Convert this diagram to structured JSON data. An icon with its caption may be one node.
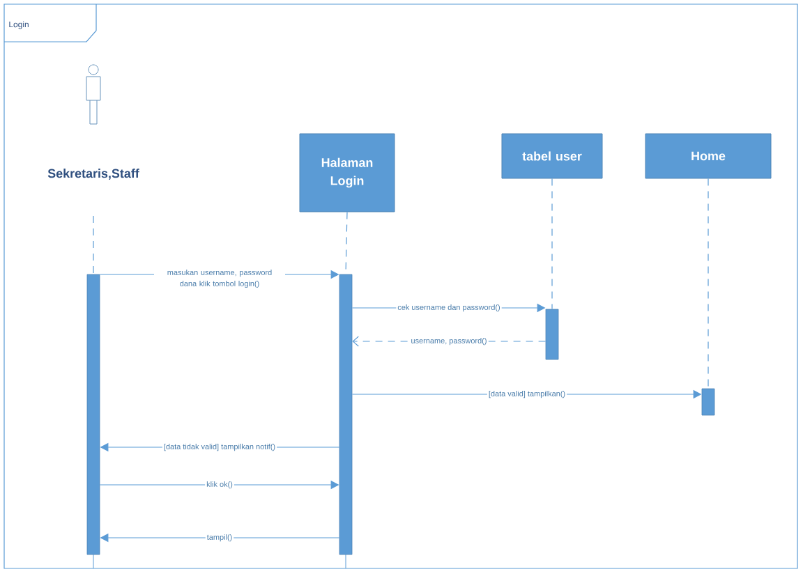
{
  "diagram": {
    "nodes": [
      {
        "text": [
          "Login"
        ]
      },
      {
        "text": [
          "Sekretaris,Staff"
        ],
        "in": 0
      },
      {
        "text": [
          "Halaman Login"
        ],
        "in": 0
      },
      {
        "text": [
          "tabel user"
        ],
        "in": 0
      },
      {
        "text": [
          "Home"
        ],
        "in": 0
      },
      {
        "text": [],
        "shape": "bar",
        "in": 0
      },
      {
        "text": [],
        "shape": "bar",
        "in": 0
      },
      {
        "text": [],
        "shape": "bar",
        "in": 0
      },
      {
        "text": [],
        "shape": "bar",
        "in": 0
      }
    ],
    "edges": [
      {
        "from": 1,
        "to": 5,
        "arrow": "none",
        "style": "dashed"
      },
      {
        "from": 2,
        "to": 6,
        "arrow": "none",
        "style": "dashed"
      },
      {
        "from": 3,
        "to": 7,
        "arrow": "none",
        "style": "dashed"
      },
      {
        "from": 4,
        "to": 8,
        "arrow": "none",
        "style": "dashed"
      },
      {
        "from": 5,
        "to": 6,
        "arrow": "to",
        "label": "masukan username, password dana klik tombol login()"
      },
      {
        "from": 6,
        "to": 7,
        "arrow": "to",
        "label": "cek username dan password()"
      },
      {
        "from": 7,
        "to": 6,
        "arrow": "to",
        "label": "username, password()",
        "style": "dashed"
      },
      {
        "from": 6,
        "to": 8,
        "arrow": "to",
        "label": "[data valid] tampilkan()"
      },
      {
        "from": 6,
        "to": 5,
        "arrow": "to",
        "label": "[data tidak valid] tampilkan notif()"
      },
      {
        "from": 5,
        "to": 6,
        "arrow": "to",
        "label": "klik ok()"
      },
      {
        "from": 6,
        "to": 5,
        "arrow": "to",
        "label": "tampil()"
      }
    ]
  }
}
